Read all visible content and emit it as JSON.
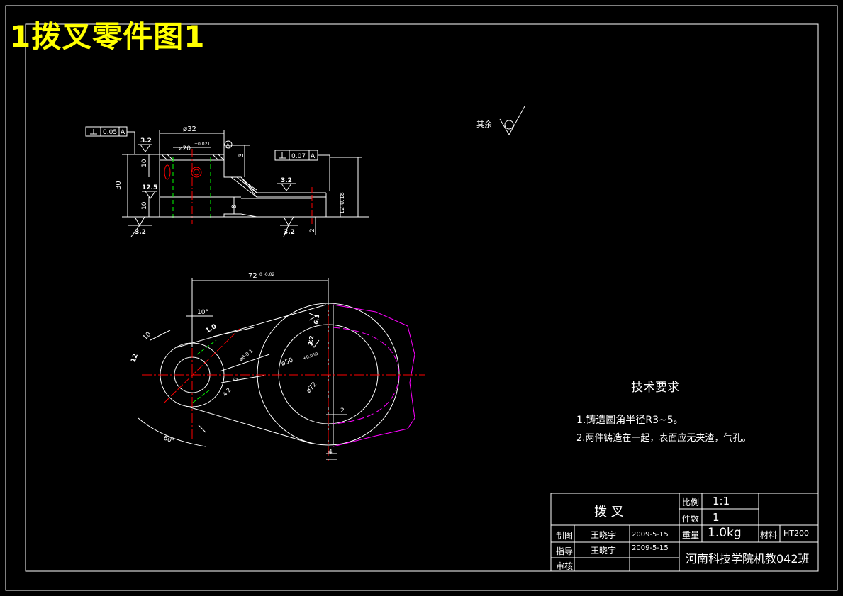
{
  "title": "1拨叉零件图1",
  "surface_note": {
    "label": "其余"
  },
  "tolerances": {
    "perp_top": "0.05",
    "perp_right": "0.07",
    "datum": "A",
    "datum_circle": "A"
  },
  "roughness": {
    "r32": "3.2",
    "r125": "12.5"
  },
  "dimensions": {
    "top_view": {
      "d32": "ø32",
      "d20": "ø20",
      "d20_tol": "+0.021",
      "h30": "30",
      "h10a": "10",
      "h10b": "10",
      "h3": "3",
      "h8": "8",
      "h2": "2",
      "h12": "12-0.18"
    },
    "front_view": {
      "len72": "72",
      "len72_tol": "0 -0.02",
      "angle10": "10°",
      "angle60": "60°",
      "r10": "10",
      "r12": "12",
      "r10b": "1.0",
      "d8_tol": "ø8-0.1",
      "d50": "ø50",
      "d50_tol": "+0.050",
      "d72": "ø72",
      "r63": "6.3",
      "r42": "4.2",
      "w8": "8",
      "w4": "4",
      "w2": "2"
    }
  },
  "tech_req": {
    "heading": "技术要求",
    "items": [
      "1.铸造圆角半径R3~5。",
      "2.两件铸造在一起，表面应无夹渣，气孔。"
    ]
  },
  "title_block": {
    "part_name": "拨  叉",
    "scale_label": "比例",
    "scale_value": "1:1",
    "qty_label": "件数",
    "qty_value": "1",
    "weight_label": "重量",
    "weight_value": "1.0kg",
    "material_label": "材料",
    "material_value": "HT200",
    "drawn_label": "制图",
    "drawn_by": "王晓宇",
    "drawn_date": "2009-5-15",
    "guide_label": "指导",
    "guide_by": "王晓宇",
    "guide_date": "2009-5-15",
    "review_label": "审核",
    "school": "河南科技学院机教042班"
  },
  "colors": {
    "background": "#000000",
    "line": "#ffffff",
    "title": "#ffff00",
    "center": "#ff0000",
    "hidden": "#00ff00",
    "phantom": "#ff00ff"
  }
}
